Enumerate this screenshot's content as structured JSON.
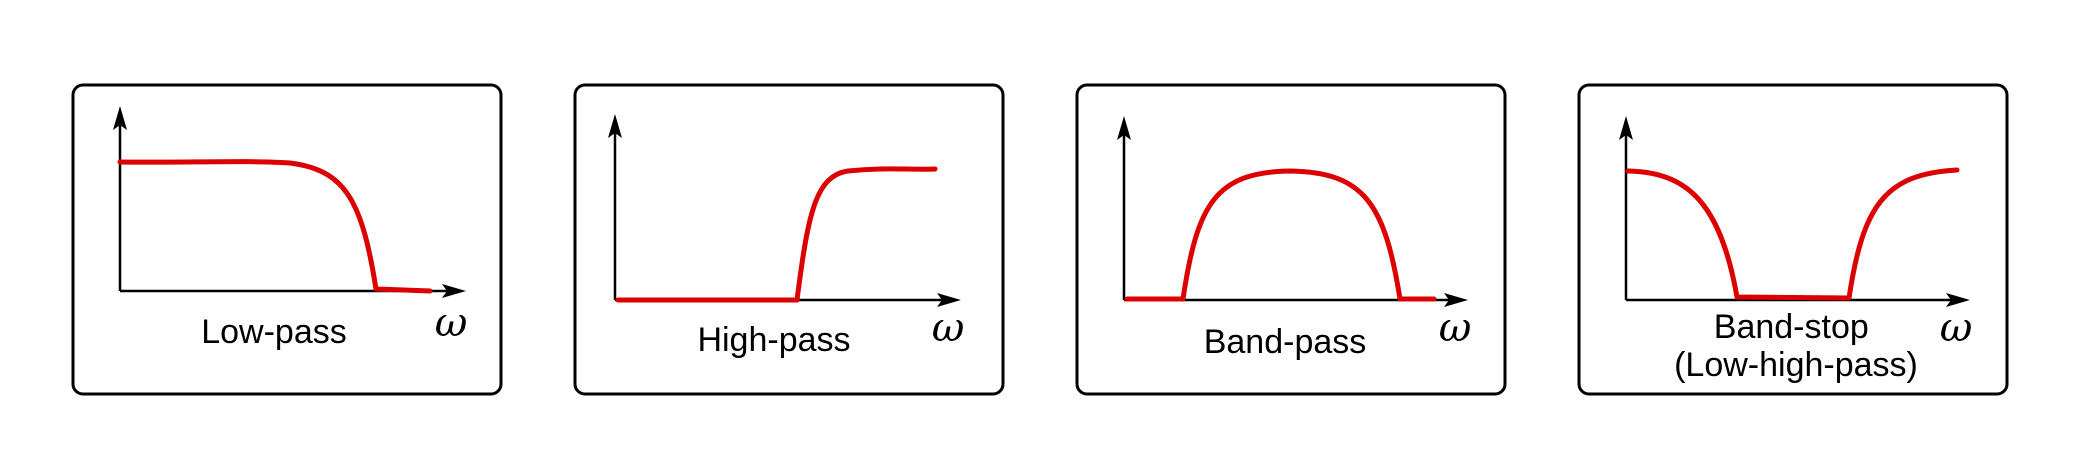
{
  "colors": {
    "curve": "#dd0000",
    "axis": "#000000",
    "frame": "#000000"
  },
  "axis_symbol": "ω",
  "panels": [
    {
      "label_lines": [
        "Low-pass"
      ],
      "shape": "low-pass"
    },
    {
      "label_lines": [
        "High-pass"
      ],
      "shape": "high-pass"
    },
    {
      "label_lines": [
        "Band-pass"
      ],
      "shape": "band-pass"
    },
    {
      "label_lines": [
        "Band-stop",
        "(Low-high-pass)"
      ],
      "shape": "band-stop"
    }
  ]
}
